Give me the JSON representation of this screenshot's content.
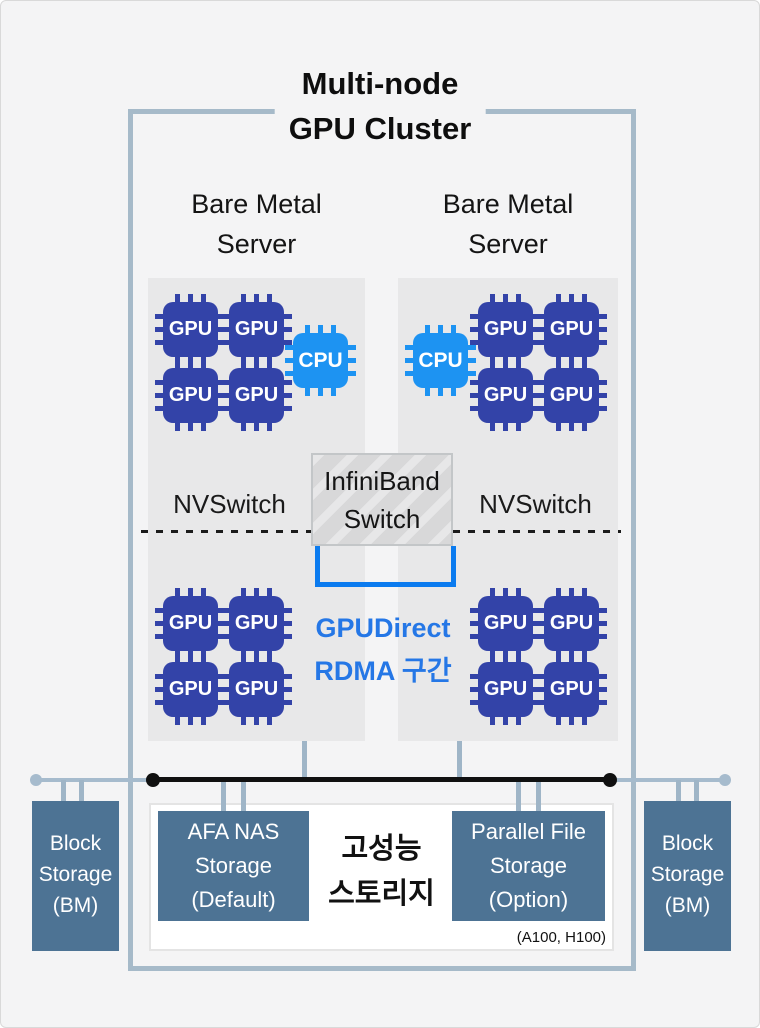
{
  "title": {
    "line1": "Multi-node",
    "line2": "GPU Cluster"
  },
  "cluster": {
    "server_label": {
      "line1": "Bare Metal",
      "line2": "Server"
    },
    "chips": {
      "gpu": "GPU",
      "cpu": "CPU"
    },
    "nvswitch_label": "NVSwitch",
    "infiniband": {
      "line1": "InfiniBand",
      "line2": "Switch"
    },
    "gpudirect": {
      "line1": "GPUDirect",
      "line2": "RDMA 구간"
    }
  },
  "storage": {
    "high_perf": {
      "line1": "고성능",
      "line2": "스토리지"
    },
    "afa_nas": {
      "line1": "AFA NAS",
      "line2": "Storage",
      "line3": "(Default)"
    },
    "parallel_file": {
      "line1": "Parallel File",
      "line2": "Storage",
      "line3": "(Option)"
    },
    "note": "(A100, H100)"
  },
  "block_storage": {
    "line1": "Block",
    "line2": "Storage",
    "line3": "(BM)"
  },
  "colors": {
    "background": "#f4f4f5",
    "frame_border": "#a6bac9",
    "panel": "#e8e8e9",
    "gpu_chip": "#3343a8",
    "cpu_chip": "#1d93f2",
    "steel_blue_box": "#4d7394",
    "connector_gray_blue": "#a6bbcd",
    "black_line": "#101010",
    "rdma_bracket_blue": "#0b7bef",
    "rdma_text_blue": "#2577e6"
  }
}
